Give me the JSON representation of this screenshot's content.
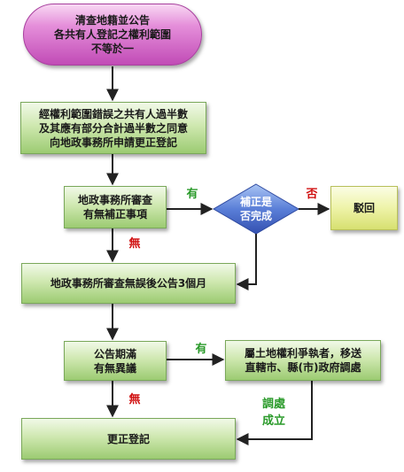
{
  "nodes": {
    "announce": "清查地籍並公告\n各共有人登記之權利範圍\n不等於一",
    "apply": "經權利範圍錯誤之共有人過半數\n及其應有部分合計過半數之同意\n向地政事務所申請更正登記",
    "review": "地政事務所審查\n有無補正事項",
    "correct_done": "補正是\n否完成",
    "reject": "駁回",
    "announce_3m": "地政事務所審查無誤後公告3個月",
    "expire": "公告期滿\n有無異議",
    "mediation": "屬土地權利爭執者，移送\n直轄市、縣(市)政府調處",
    "register": "更正登記"
  },
  "labels": {
    "yes_review": "有",
    "no_correct": "否",
    "no_review": "無",
    "yes_expire": "有",
    "no_expire": "無",
    "mediation_done": "調處\n成立"
  },
  "colors": {
    "start_node": "#d85fcc",
    "process_node": "#b8dc92",
    "decision_node": "#4d6fd0",
    "end_node": "#e7ee98",
    "connector": "#222222",
    "yes_label": "#2a9a2a",
    "no_label": "#d01010"
  }
}
